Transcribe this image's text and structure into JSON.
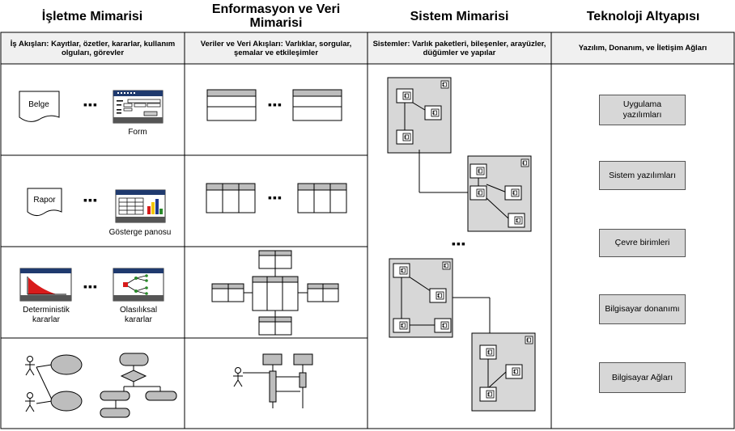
{
  "columns": [
    {
      "title": "İşletme Mimarisi",
      "subtitle": "İş Akışları: Kayıtlar, özetler, kararlar, kullanım olguları, görevler"
    },
    {
      "title": "Enformasyon ve Veri Mimarisi",
      "subtitle": "Veriler ve Veri Akışları: Varlıklar, sorgular, şemalar ve etkileşimler"
    },
    {
      "title": "Sistem Mimarisi",
      "subtitle": "Sistemler: Varlık paketleri, bileşenler, arayüzler, düğümler ve yapılar"
    },
    {
      "title": "Teknoloji Altyapısı",
      "subtitle": "Yazılım, Donanım, ve İletişim Ağları"
    }
  ],
  "business": {
    "belge": "Belge",
    "form": "Form",
    "rapor": "Rapor",
    "gosterge": "Gösterge panosu",
    "deterministik": "Deterministik kararlar",
    "olasiliksal": "Olasılıksal kararlar"
  },
  "ellipsis": "▪▪▪",
  "technology": [
    "Uygulama yazılımları",
    "Sistem yazılımları",
    "Çevre birimleri",
    "Bilgisayar donanımı",
    "Bilgisayar Ağları"
  ],
  "colors": {
    "grid": "#000000",
    "header_fill": "#f0f0f0",
    "box_fill": "#d7d7d7",
    "title_bar": "#1f3a6e",
    "red": "#d81b1b"
  }
}
